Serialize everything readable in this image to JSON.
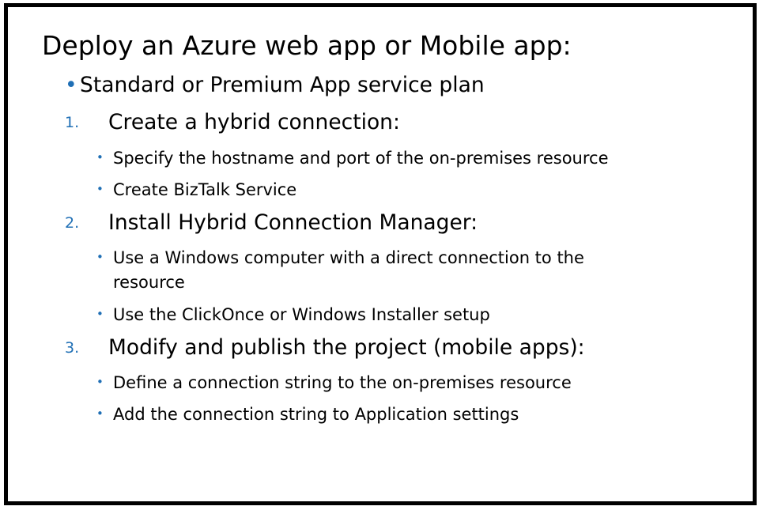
{
  "slide": {
    "title": "Deploy an Azure web app or Mobile app:",
    "bullet_glyph": "•",
    "intro": "Standard or Premium App service plan",
    "steps": [
      {
        "marker": "1.",
        "heading": "Create a hybrid connection:",
        "items": [
          "Specify the hostname and port of the on-premises resource",
          "Create BizTalk Service"
        ]
      },
      {
        "marker": "2.",
        "heading": "Install Hybrid Connection Manager:",
        "items": [
          "Use a Windows computer with a direct connection to the",
          "Use the ClickOnce or Windows Installer setup"
        ],
        "item0_continuation": "resource"
      },
      {
        "marker": "3.",
        "heading": "Modify and publish the project (mobile apps):",
        "items": [
          "Define a connection string to the on-premises resource",
          "Add the connection string to Application settings"
        ]
      }
    ]
  },
  "colors": {
    "accent": "#1f6fb5",
    "text": "#000000",
    "border": "#000000",
    "background": "#ffffff"
  }
}
